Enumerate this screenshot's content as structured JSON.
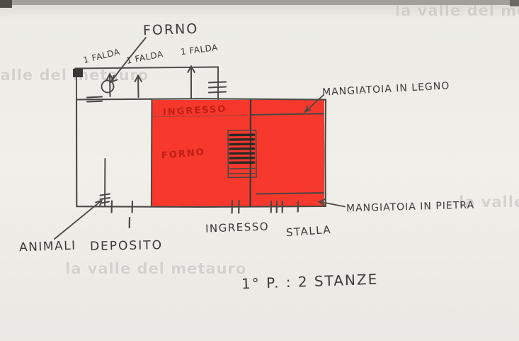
{
  "document": {
    "type": "hand-drawn floor plan sketch"
  },
  "watermark": {
    "text": "la valle del metauro"
  },
  "labels": {
    "forno": "FORNO",
    "falda_1": "1 FALDA",
    "falda_2": "1 FALDA",
    "falda_3": "1 FALDA",
    "mangiatoia_legno": "MANGIATOIA IN LEGNO",
    "mangiatoia_pietra": "MANGIATOIA IN PIETRA",
    "animali": "ANIMALI",
    "deposito": "DEPOSITO",
    "ingresso": "INGRESSO",
    "stalla": "STALLA",
    "floor_note": "1° P. : 2 STANZE"
  },
  "red_room_annotations": {
    "top": "INGRESSO",
    "bottom": "FORNO"
  },
  "colors": {
    "paper": "#edebe6",
    "pencil": "#4a4845",
    "red_fill": "#f6281c",
    "red_ink": "#a8150d",
    "watermark": "#c2c0bb"
  }
}
